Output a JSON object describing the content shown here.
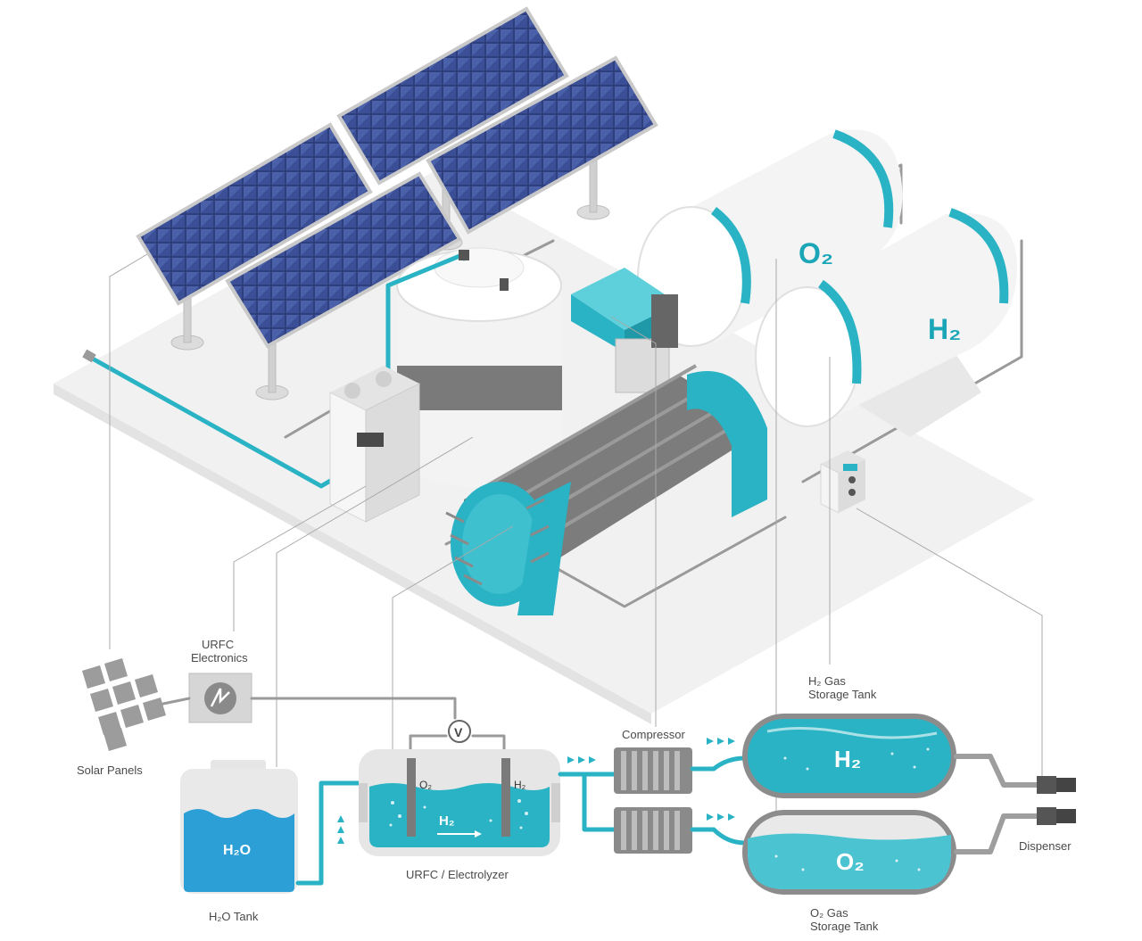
{
  "labels": {
    "solar_panels": "Solar Panels",
    "urfc_electronics_line1": "URFC",
    "urfc_electronics_line2": "Electronics",
    "h2o_tank": "H₂O Tank",
    "urfc_electrolyzer": "URFC / Electrolyzer",
    "compressor": "Compressor",
    "h2_storage_line1": "H₂ Gas",
    "h2_storage_line2": "Storage Tank",
    "o2_storage_line1": "O₂ Gas",
    "o2_storage_line2": "Storage Tank",
    "dispenser": "Dispenser"
  },
  "tank_marks": {
    "big_o2": "O₂",
    "big_h2": "H₂",
    "water": "H₂O",
    "cell_o2": "O₂",
    "cell_h2": "H₂",
    "cell_flow": "H₂",
    "store_h2": "H₂",
    "store_o2": "O₂",
    "voltmeter": "V"
  },
  "colors": {
    "teal": "#29b3c4",
    "water_blue": "#2c9fd6",
    "panel_blue": "#2f3f7d",
    "gray_metal": "#8c8c8c",
    "light_gray": "#e6e6e6"
  }
}
